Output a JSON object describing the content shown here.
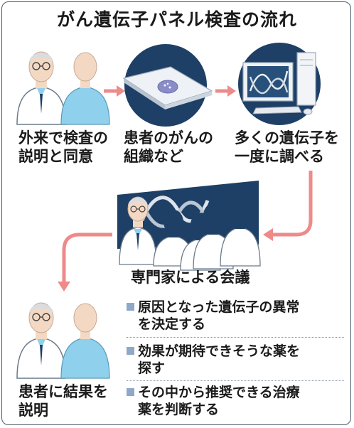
{
  "title": "がん遺伝子パネル検査の流れ",
  "steps": [
    {
      "line1": "外来で検査の",
      "line2": "説明と同意"
    },
    {
      "line1": "患者のがんの",
      "line2": "組織など"
    },
    {
      "line1": "多くの遺伝子を",
      "line2": "一度に調べる"
    }
  ],
  "meeting": {
    "title": "専門家による会議",
    "items": [
      {
        "line1": "原因となった遺伝子の異常",
        "line2": "を決定する"
      },
      {
        "line1": "効果が期待できそうな薬を",
        "line2": "探す"
      },
      {
        "line1": "その中から推奨できる治療",
        "line2": "薬を判断する"
      }
    ]
  },
  "result": {
    "line1": "患者に結果を",
    "line2": "説明"
  },
  "colors": {
    "arrow": "#ef8a8a",
    "navy": "#1e3f66",
    "light_blue": "#8fd0ec",
    "bullet": "#8fa8c8",
    "frame": "#4a5a6a"
  },
  "icons": [
    "doctor-icon",
    "patient-icon",
    "tissue-slide-icon",
    "dna-icon",
    "computer-icon",
    "meeting-screen-icon",
    "expert-silhouette-icon",
    "arrow-icon"
  ]
}
